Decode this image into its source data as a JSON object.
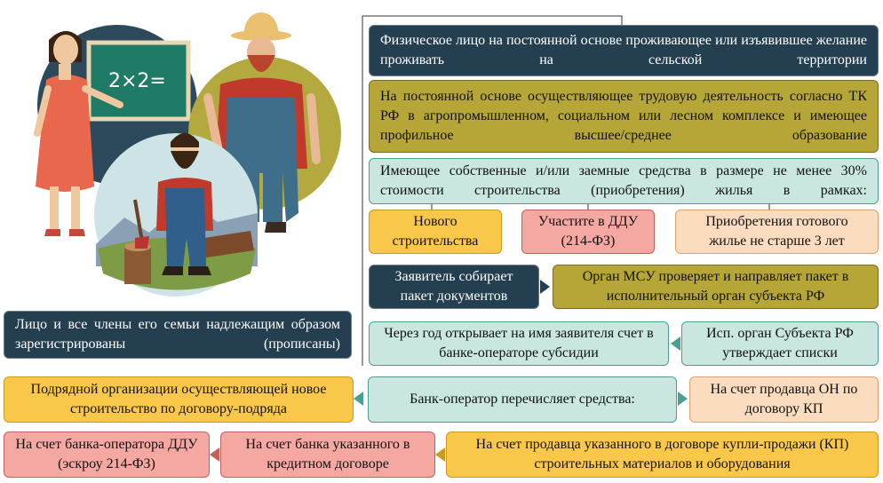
{
  "boxes": {
    "b1": "Физическое лицо на постоянной основе проживающее или изъявившее желание проживать на сельской территории",
    "b2": "На постоянной основе осуществляющее трудовую деятельность согласно ТК РФ в агропромышленном, социальном или лесном комплексе и имеющее профильное высшее/среднее образование",
    "b3": "Имеющее собственные и/или заемные средства в размере не менее 30% стоимости строительства (приобретения) жилья в рамках:",
    "opt1": "Нового строительства",
    "opt2": "Участите в ДДУ (214-ФЗ)",
    "opt3": "Приобретения готового жилье не старше 3 лет",
    "s1": "Заявитель собирает пакет документов",
    "s2": "Орган МСУ проверяет и направляет пакет в исполнительный орган субъекта РФ",
    "s3": "Исп. орган Субъекта РФ утверждает списки",
    "s4": "Через год открывает на имя заявителя счет в банке-операторе субсидии",
    "family": "Лицо и все члены его семьи надлежащим образом зарегистрированы (прописаны)",
    "bank": "Банк-оператор перечисляет средства:",
    "p1": "Подрядной организации осуществляющей новое строительство по договору-подряда",
    "p2": "На счет продавца ОН по договору КП",
    "p3": "На счет банка-оператора ДДУ (эскроу 214-ФЗ)",
    "p4": "На счет банка указанного в кредитном договоре",
    "p5": "На счет продавца указанного в договоре купли-продажи (КП) строительных материалов и оборудования"
  },
  "board_text": "2×2=",
  "colors": {
    "dark": "#243f50",
    "olive": "#b6a638",
    "mint": "#c9e6e0",
    "yellow": "#f9c84a",
    "pink": "#f5a8a2",
    "peach": "#fcdcbf"
  },
  "icons": [
    "teacher-illustration",
    "farmer-illustration",
    "lumberjack-illustration"
  ]
}
